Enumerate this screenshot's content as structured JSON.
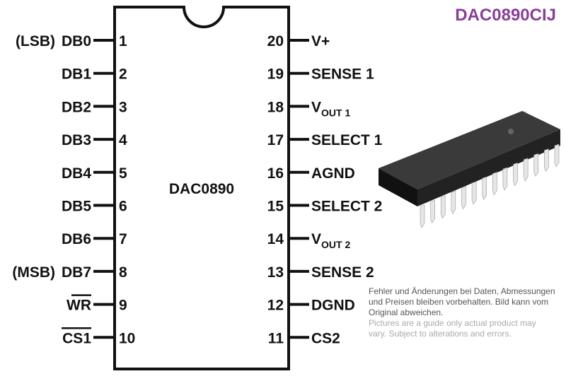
{
  "title": "DAC0890CIJ",
  "chip_label": "DAC0890",
  "left_pins": [
    {
      "num": "1",
      "name": "DB0",
      "prefix": "(LSB)"
    },
    {
      "num": "2",
      "name": "DB1"
    },
    {
      "num": "3",
      "name": "DB2"
    },
    {
      "num": "4",
      "name": "DB3"
    },
    {
      "num": "5",
      "name": "DB4"
    },
    {
      "num": "6",
      "name": "DB5"
    },
    {
      "num": "7",
      "name": "DB6"
    },
    {
      "num": "8",
      "name": "DB7",
      "prefix": "(MSB)"
    },
    {
      "num": "9",
      "name": "WR",
      "overline": true
    },
    {
      "num": "10",
      "name": "CS1",
      "overline": true
    }
  ],
  "right_pins": [
    {
      "num": "20",
      "name": "V+"
    },
    {
      "num": "19",
      "name": "SENSE 1"
    },
    {
      "num": "18",
      "name": "V",
      "sub": "OUT 1"
    },
    {
      "num": "17",
      "name": "SELECT 1"
    },
    {
      "num": "16",
      "name": "AGND"
    },
    {
      "num": "15",
      "name": "SELECT 2"
    },
    {
      "num": "14",
      "name": "V",
      "sub": "OUT 2"
    },
    {
      "num": "13",
      "name": "SENSE 2"
    },
    {
      "num": "12",
      "name": "DGND"
    },
    {
      "num": "11",
      "name": "CS2"
    }
  ],
  "notes": {
    "de": "Fehler und Änderungen bei Daten, Abmessungen und Preisen bleiben vorbehalten. Bild kann vom Original abweichen.",
    "en": "Pictures are a guide only actual product may vary. Subject to alterations and errors."
  },
  "colors": {
    "title": "#8a3e98",
    "outline": "#111111",
    "chip_body": "#1a1a1a"
  }
}
